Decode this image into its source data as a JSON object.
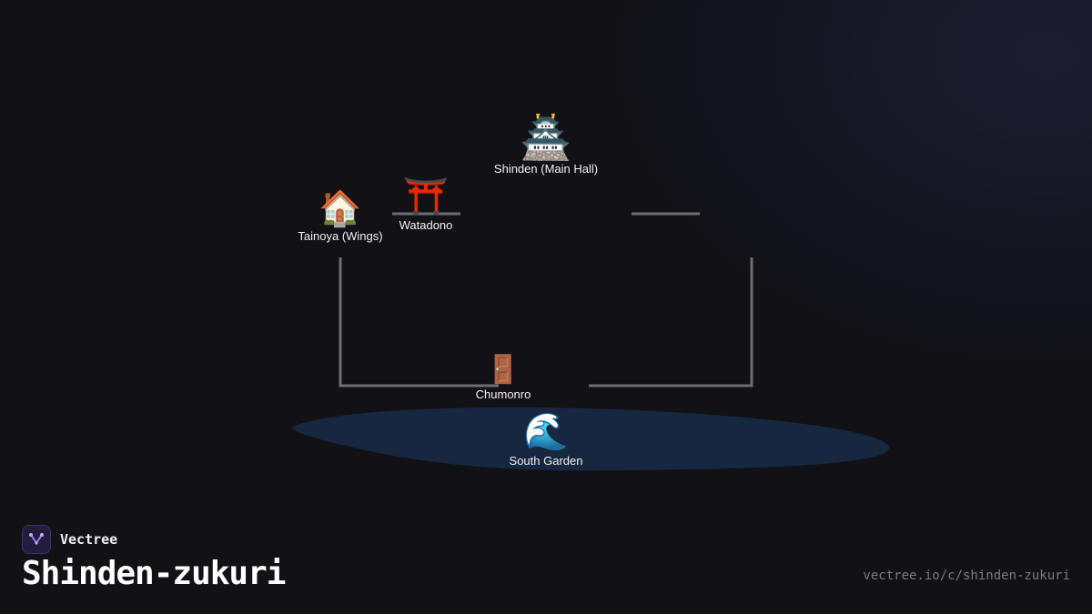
{
  "brand": {
    "name": "Vectree",
    "logo_color": "#a57bf5"
  },
  "title": "Shinden-zukuri",
  "url": "vectree.io/c/shinden-zukuri",
  "colors": {
    "background": "#111116",
    "connector": "#6e6e6e",
    "pond": "#172740",
    "label": "#f2f2f2"
  },
  "nodes": {
    "shinden": {
      "label": "Shinden (Main Hall)",
      "icon": "castle-icon",
      "glyph": "🏯"
    },
    "tainoya": {
      "label": "Tainoya (Wings)",
      "icon": "house-icon",
      "glyph": "🏠"
    },
    "watadono": {
      "label": "Watadono",
      "icon": "torii-gate-icon",
      "glyph": "⛩️"
    },
    "chumonro": {
      "label": "Chumonro",
      "icon": "door-icon",
      "glyph": "🚪"
    },
    "south_garden": {
      "label": "South Garden",
      "icon": "wave-icon",
      "glyph": "🌊"
    }
  }
}
